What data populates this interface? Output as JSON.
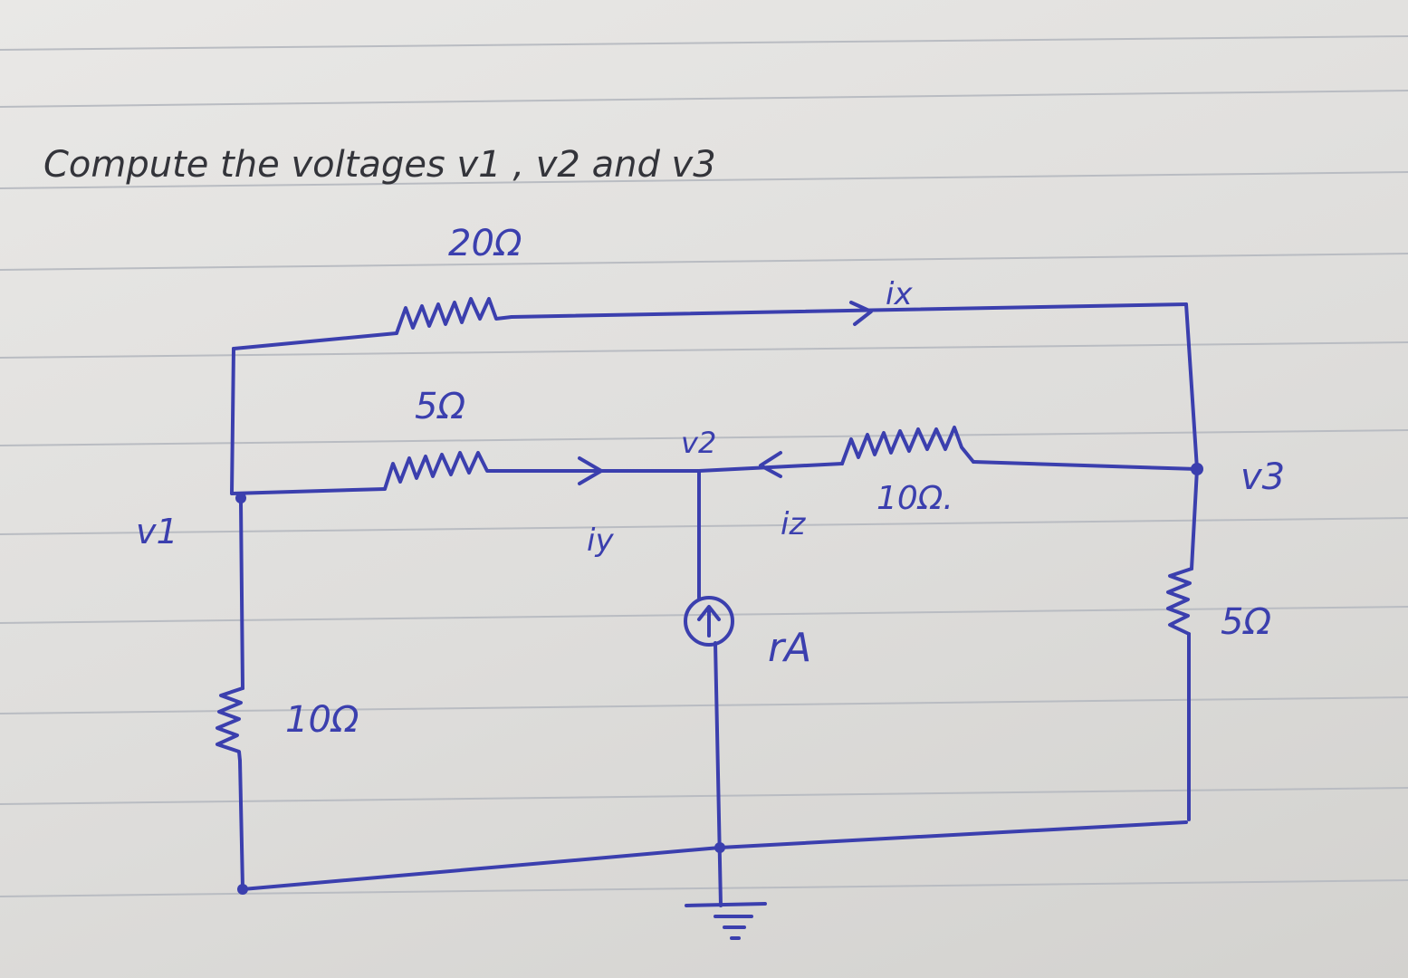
{
  "question": "Compute the voltages v1 , v2 and v3",
  "labels": {
    "r_top": "20Ω",
    "r_mid_left": "5Ω",
    "r_mid_right": "10Ω.",
    "r_left": "10Ω",
    "r_right": "5Ω",
    "current_source": "rA",
    "v1": "v1",
    "v2": "v2",
    "v3": "v3",
    "ix": "ix",
    "iy": "iy",
    "iz": "iz"
  },
  "colors": {
    "ink": "#3b3fae",
    "paper": "#e4e3e1",
    "rule_line": "#b9bcc2",
    "pencil_text": "#33343a"
  }
}
